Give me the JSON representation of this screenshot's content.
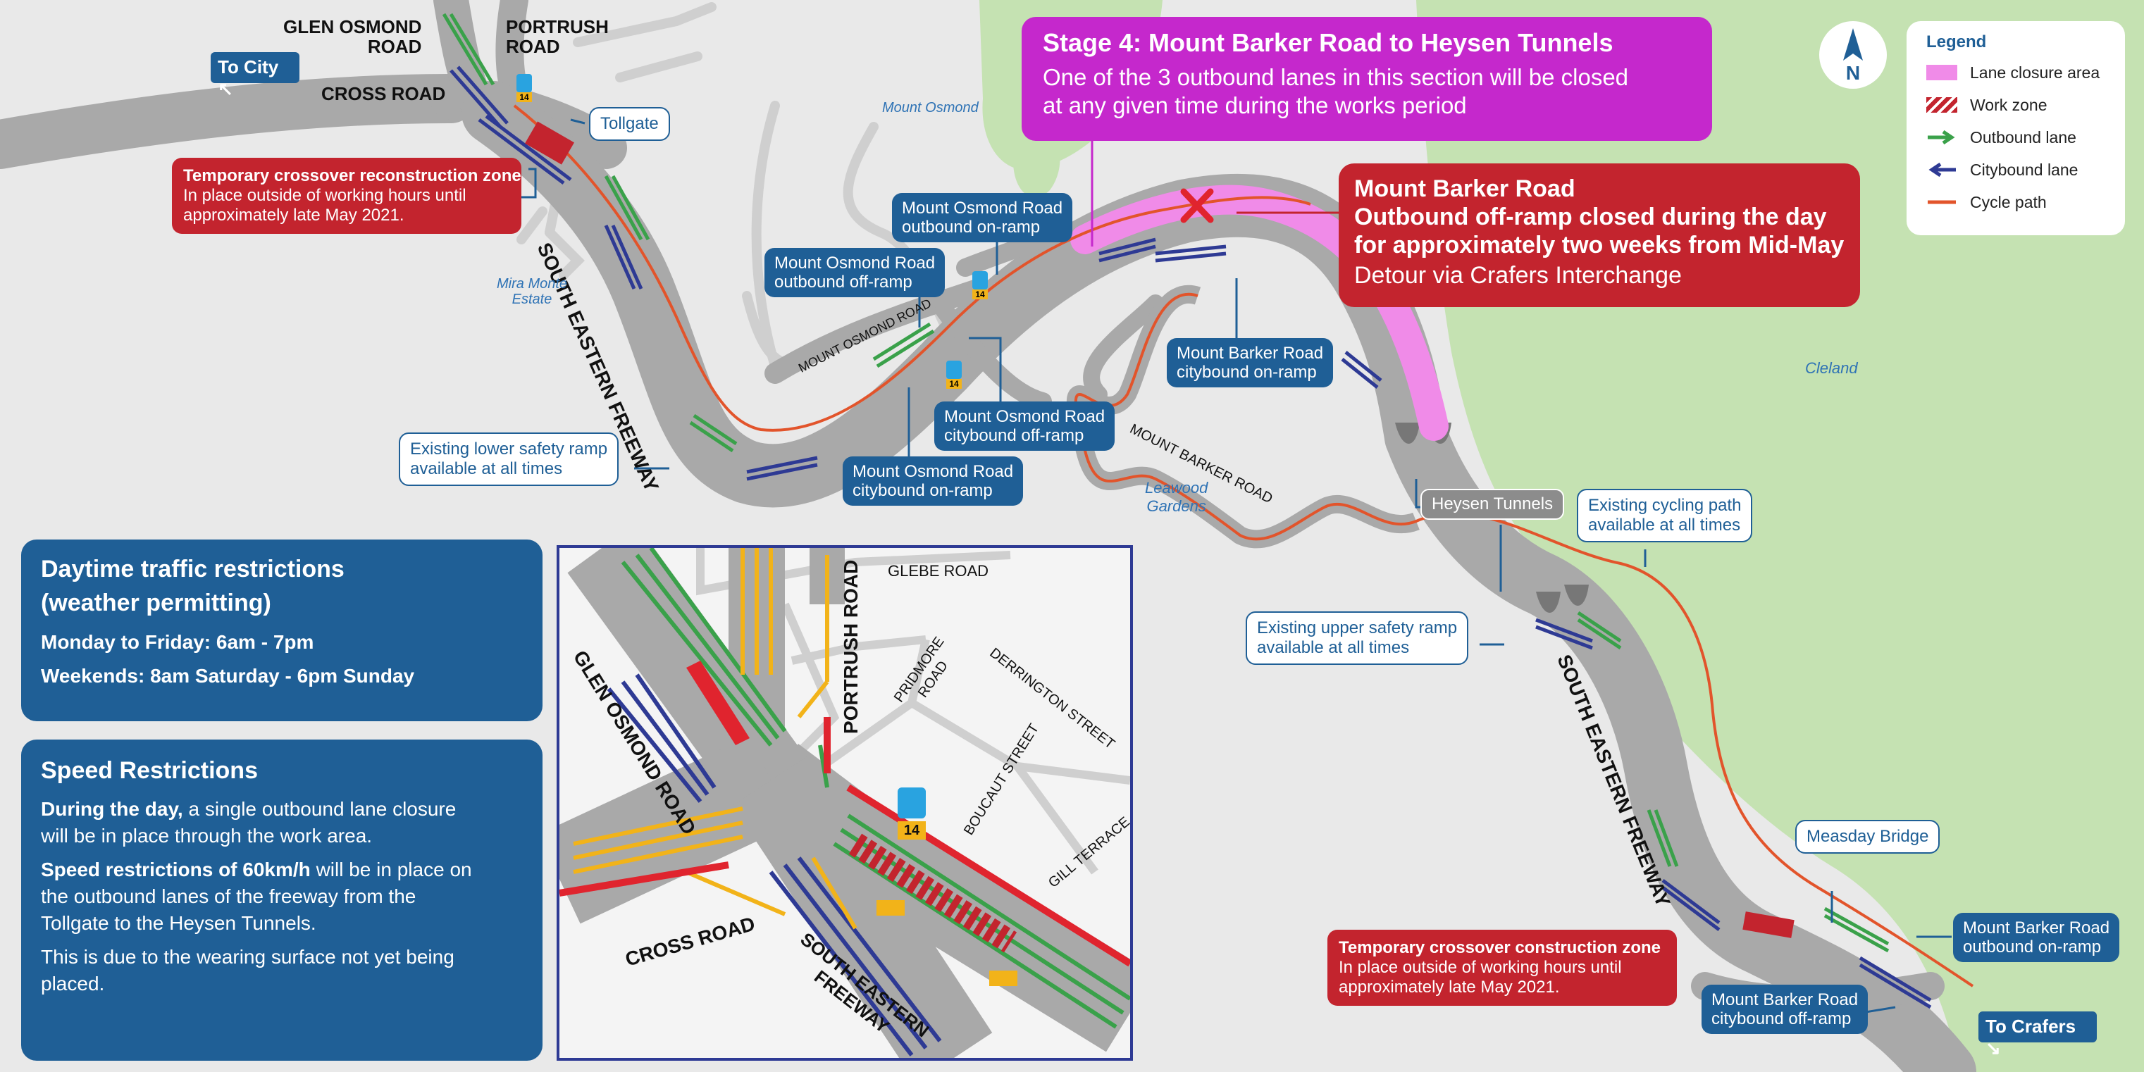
{
  "stage": {
    "title": "Stage 4: Mount Barker Road to Heysen Tunnels",
    "line1": "One of the 3 outbound lanes in this section will be closed",
    "line2": "at any given time during the works period"
  },
  "legend": {
    "title": "Legend",
    "items": [
      {
        "label": "Lane closure area",
        "color": "#f08be8"
      },
      {
        "label": "Work zone",
        "color": "#c3242e"
      },
      {
        "label": "Outbound lane",
        "color": "#3aa14a"
      },
      {
        "label": "Citybound lane",
        "color": "#2e3a94"
      },
      {
        "label": "Cycle path",
        "color": "#e2542b"
      }
    ]
  },
  "north": {
    "label": "N"
  },
  "closure_notice": {
    "line1": "Mount Barker Road",
    "line2": "Outbound off-ramp closed during the day",
    "line3": "for approximately two weeks from Mid-May",
    "line4": "Detour via Crafers Interchange"
  },
  "top_crossover": {
    "title": "Temporary crossover reconstruction zone",
    "line1": "In place outside of working hours until",
    "line2": "approximately late May 2021."
  },
  "bottom_crossover": {
    "title": "Temporary crossover construction zone",
    "line1": "In place outside of working hours until",
    "line2": "approximately late May 2021."
  },
  "badges": {
    "to_city": "To City",
    "to_crafers": "To Crafers"
  },
  "labels": {
    "tollgate": "Tollgate",
    "heysen_tunnels": "Heysen Tunnels",
    "measday_bridge": "Measday Bridge",
    "lower_ramp_1": "Existing lower safety ramp",
    "lower_ramp_2": "available at all times",
    "upper_ramp_1": "Existing upper safety ramp",
    "upper_ramp_2": "available at all times",
    "cycling_1": "Existing cycling path",
    "cycling_2": "available at all times"
  },
  "ramps": {
    "mo_out_on_1": "Mount Osmond Road",
    "mo_out_on_2": "outbound on-ramp",
    "mo_out_off_1": "Mount Osmond Road",
    "mo_out_off_2": "outbound off-ramp",
    "mo_city_off_1": "Mount Osmond Road",
    "mo_city_off_2": "citybound off-ramp",
    "mo_city_on_1": "Mount Osmond Road",
    "mo_city_on_2": "citybound on-ramp",
    "mb_city_on_1": "Mount Barker Road",
    "mb_city_on_2": "citybound on-ramp",
    "mb_out_on_1": "Mount Barker Road",
    "mb_out_on_2": "outbound on-ramp",
    "mb_city_off_1": "Mount Barker Road",
    "mb_city_off_2": "citybound off-ramp"
  },
  "roads": {
    "glen_osmond_1": "GLEN OSMOND",
    "glen_osmond_2": "ROAD",
    "portrush_1": "PORTRUSH",
    "portrush_2": "ROAD",
    "cross_road": "CROSS ROAD",
    "sef_top": "SOUTH EASTERN FREEWAY",
    "sef_bottom": "SOUTH EASTERN FREEWAY",
    "mount_osmond_road": "MOUNT OSMOND ROAD",
    "mount_barker_road": "MOUNT BARKER ROAD"
  },
  "places": {
    "mount_osmond": "Mount Osmond",
    "mira_monte_1": "Mira Monte",
    "mira_monte_2": "Estate",
    "leawood_1": "Leawood",
    "leawood_2": "Gardens",
    "cleland": "Cleland"
  },
  "bus_route": "14",
  "daytime": {
    "title1": "Daytime traffic restrictions",
    "title2": "(weather permitting)",
    "weekday": "Monday to Friday: 6am - 7pm",
    "weekend": "Weekends: 8am Saturday - 6pm Sunday"
  },
  "speed": {
    "title": "Speed Restrictions",
    "p1_bold": "During the day,",
    "p1_rest": " a single outbound lane closure",
    "p1_line2": "will be in place through the work area.",
    "p2_bold": "Speed restrictions of 60km/h",
    "p2_rest": " will be in place on",
    "p2_line2": "the outbound lanes of the freeway from the",
    "p2_line3": "Tollgate to the Heysen Tunnels.",
    "p3_line1": "This is due to the wearing surface not yet being",
    "p3_line2": "placed."
  },
  "inset": {
    "glebe_road": "GLEBE ROAD",
    "portrush_road": "PORTRUSH ROAD",
    "glen_osmond_road": "GLEN OSMOND ROAD",
    "pridmore_1": "PRIDMORE",
    "pridmore_2": "ROAD",
    "derrington": "DERRINGTON STREET",
    "boucaut": "BOUCAUT STREET",
    "gill_terrace": "GILL TERRACE",
    "cross_road": "CROSS ROAD",
    "sef_1": "SOUTH EASTERN",
    "sef_2": "FREEWAY",
    "bus_route": "14"
  }
}
